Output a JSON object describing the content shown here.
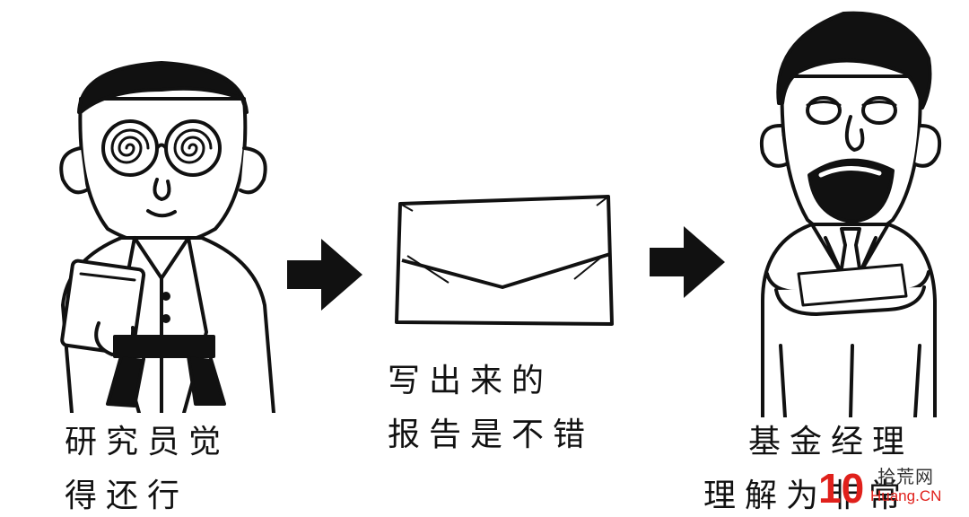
{
  "panels": {
    "left": {
      "caption_line1": "研究员觉",
      "caption_line2": "得还行"
    },
    "middle": {
      "caption_line1": "写出来的",
      "caption_line2": "报告是不错"
    },
    "right": {
      "caption_line1": "基金经理",
      "caption_line2": "理解为非常"
    }
  },
  "watermark": {
    "number": "10",
    "cn": "拾荒网",
    "en": "Huang.CN"
  },
  "colors": {
    "ink": "#111111",
    "watermark_red": "#e0201b"
  }
}
